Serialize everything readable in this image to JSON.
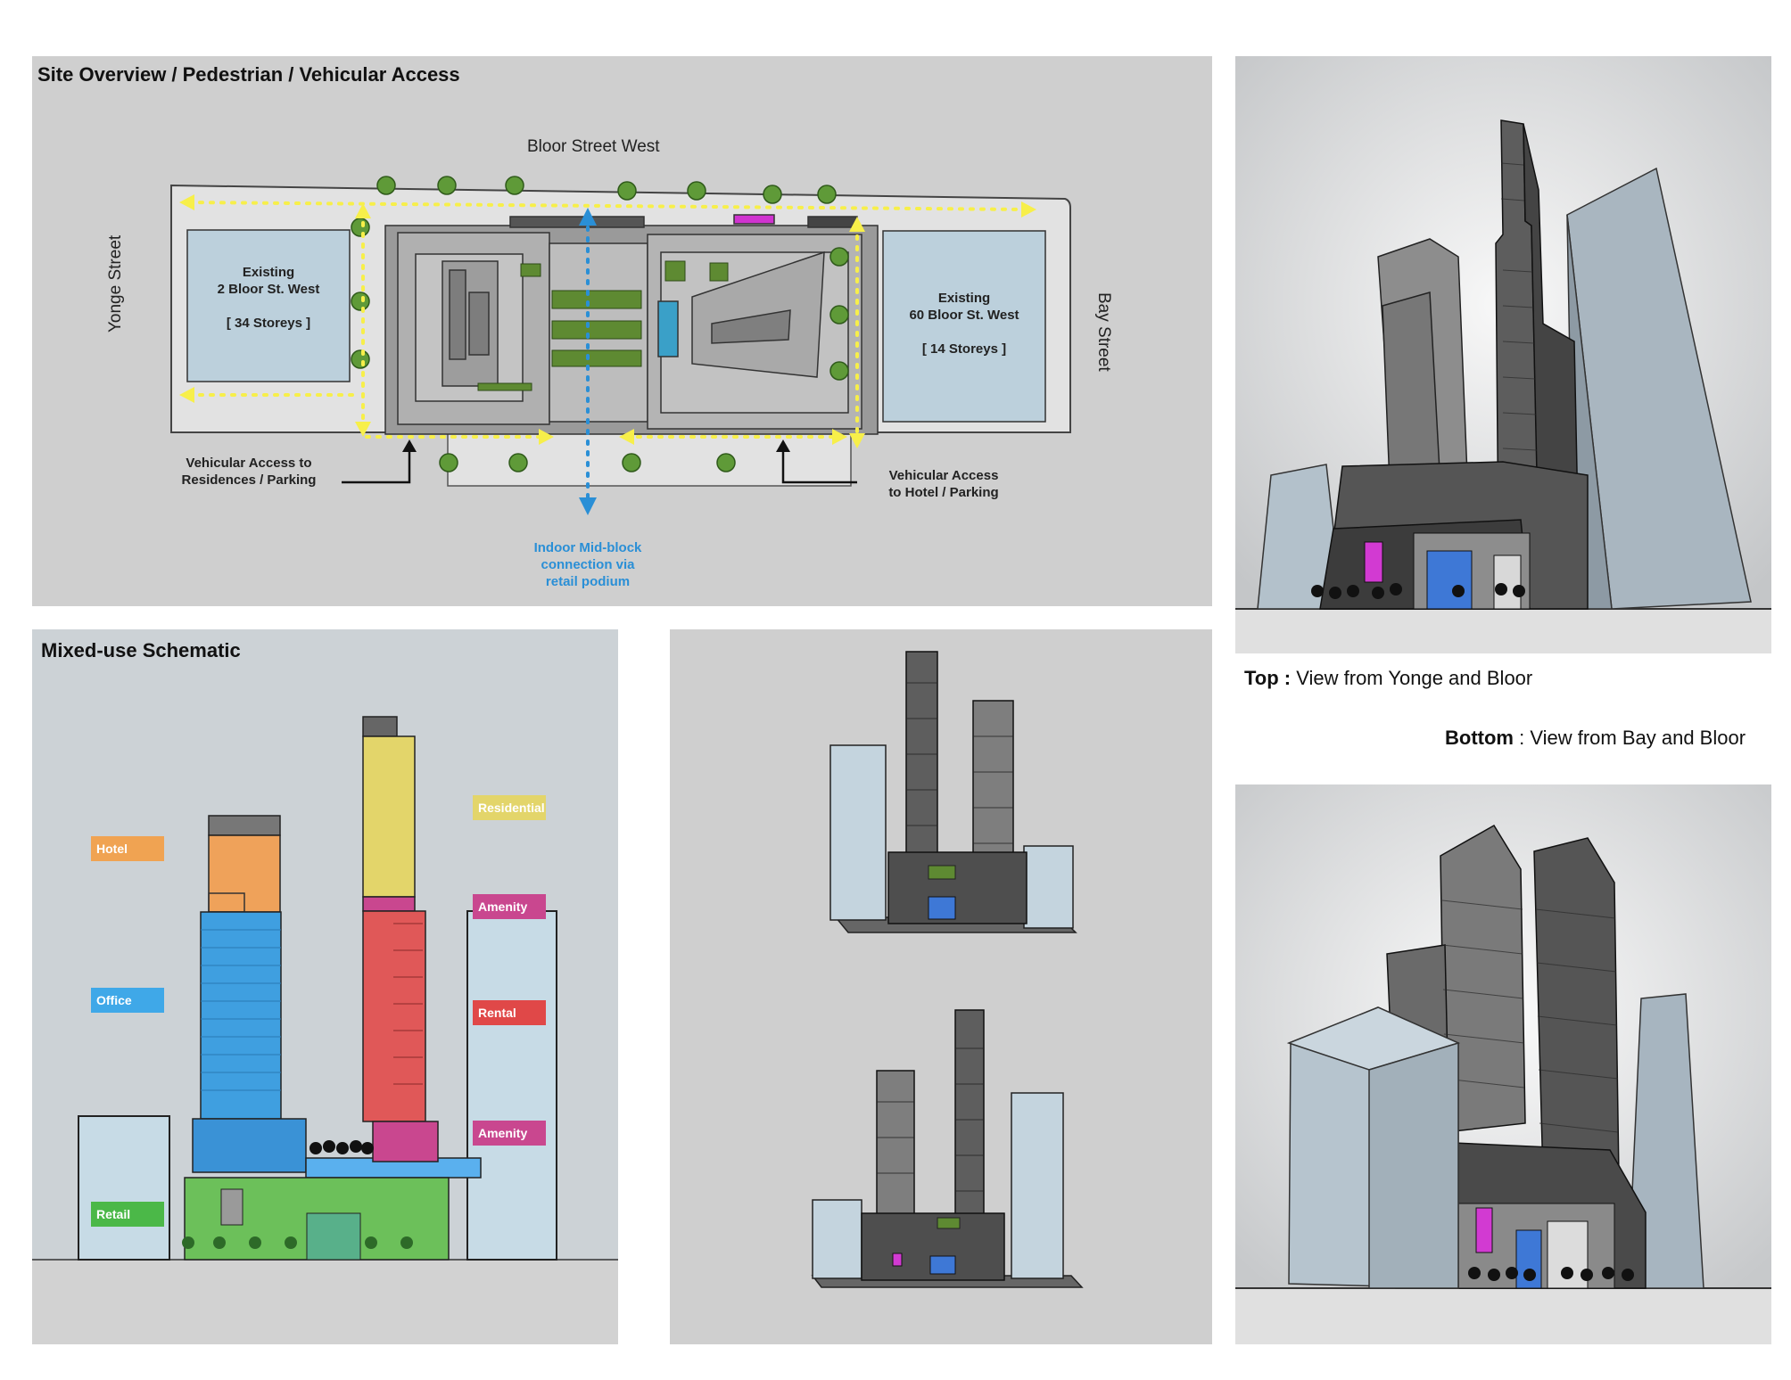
{
  "site": {
    "title": "Site Overview / Pedestrian / Vehicular Access",
    "streets": {
      "north": "Bloor Street West",
      "west": "Yonge Street",
      "east": "Bay Street"
    },
    "existing_west": {
      "line1": "Existing",
      "line2": "2 Bloor St. West",
      "line3": "[ 34 Storeys ]"
    },
    "existing_east": {
      "line1": "Existing",
      "line2": "60 Bloor St. West",
      "line3": "[ 14 Storeys ]"
    },
    "access_west": {
      "line1": "Vehicular Access to",
      "line2": "Residences / Parking"
    },
    "access_east": {
      "line1": "Vehicular Access",
      "line2": "to Hotel / Parking"
    },
    "midblock": {
      "line1": "Indoor Mid-block",
      "line2": "connection via",
      "line3": "retail podium"
    }
  },
  "schematic": {
    "title": "Mixed-use Schematic",
    "legend": [
      {
        "label": "Hotel",
        "color": "#f0a352"
      },
      {
        "label": "Office",
        "color": "#3fa8e8"
      },
      {
        "label": "Retail",
        "color": "#4bb848"
      },
      {
        "label": "Residential",
        "color": "#e3d56a"
      },
      {
        "label": "Amenity",
        "color": "#c9478f"
      },
      {
        "label": "Rental",
        "color": "#e04848"
      },
      {
        "label": "Amenity",
        "color": "#c9478f"
      }
    ]
  },
  "captions": {
    "top_bold": "Top :",
    "top_text": " View from Yonge and Bloor",
    "bottom_bold": "Bottom",
    "bottom_text": " : View from Bay and Bloor"
  },
  "colors": {
    "panel_bg": "#cfcfcf",
    "path_yellow": "#f7ef4a",
    "midblock_blue": "#2a8fd6",
    "existing_building": "#bcd0dc"
  }
}
